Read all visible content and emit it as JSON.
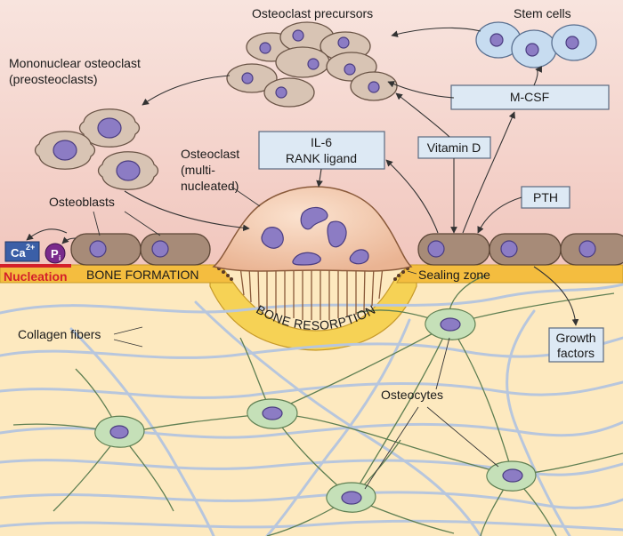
{
  "labels": {
    "osteoclast_precursors": "Osteoclast precursors",
    "stem_cells": "Stem cells",
    "mononuclear_line1": "Mononuclear osteoclast",
    "mononuclear_line2": "(preosteoclasts)",
    "mcsf": "M-CSF",
    "il6": "IL-6",
    "rank_ligand": "RANK ligand",
    "vitamin_d": "Vitamin D",
    "osteoclast_line1": "Osteoclast",
    "osteoclast_line2": "(multi-",
    "osteoclast_line3": "nucleated)",
    "pth": "PTH",
    "osteoblasts": "Osteoblasts",
    "ca": "Ca",
    "ca_sup": "2+",
    "pi": "P",
    "pi_sub": "i",
    "nucleation": "Nucleation",
    "bone_formation": "BONE FORMATION",
    "sealing_zone": "Sealing zone",
    "bone_resorption": "BONE RESORPTION",
    "collagen_fibers": "Collagen fibers",
    "growth_line1": "Growth",
    "growth_line2": "factors",
    "osteocytes": "Osteocytes"
  },
  "colors": {
    "background_top": "#f7ddd6",
    "background_mid": "#f4cfc6",
    "bone_matrix": "#fde9bf",
    "bone_surface": "#f4bd3f",
    "resorption_pit": "#f6d255",
    "osteoclast": "#f2c9ac",
    "osteoclast_nucleus": "#7d6bc2",
    "nucleation_red": "#d4202a",
    "ca_box": "#3b5fa7",
    "pi_circle": "#7a2a8c",
    "label_box": "#dde9f4"
  }
}
